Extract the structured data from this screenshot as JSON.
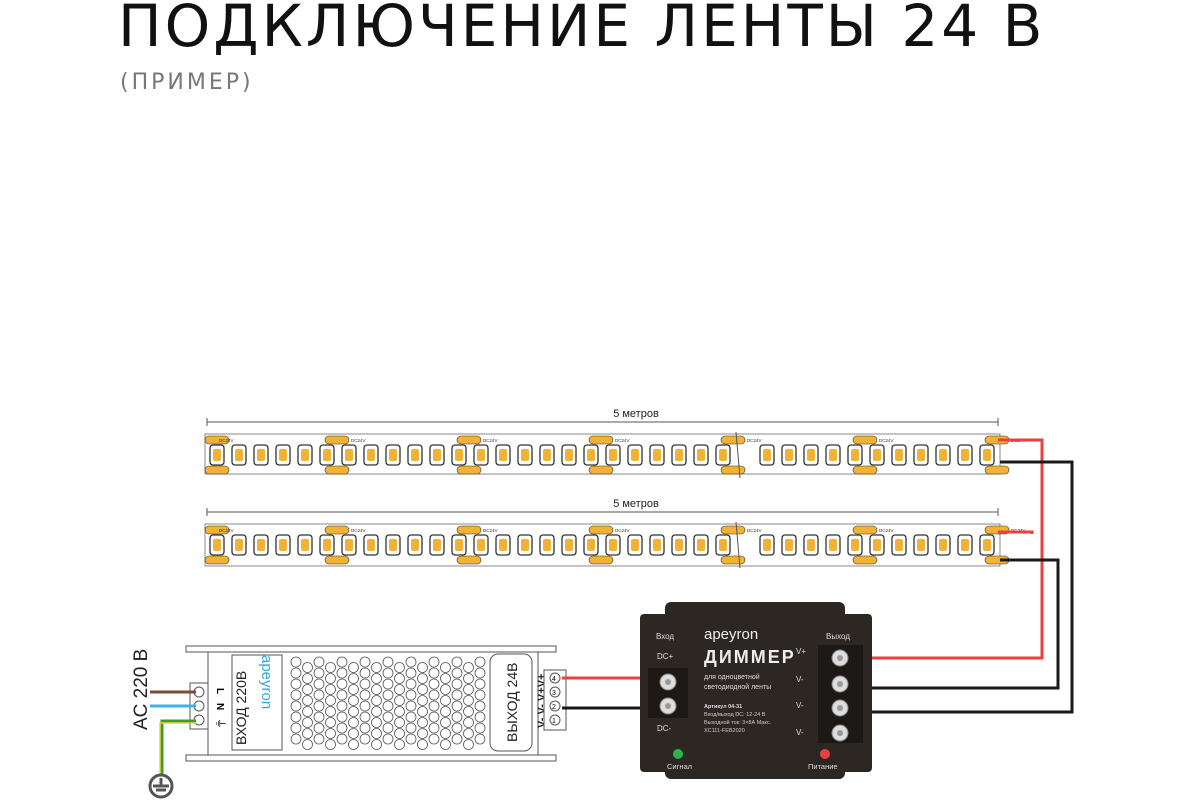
{
  "header": {
    "title": "ПОДКЛЮЧЕНИЕ ЛЕНТЫ 24 В",
    "subtitle": "(ПРИМЕР)"
  },
  "strips": [
    {
      "length_label": "5 метров",
      "marking": "DC24V"
    },
    {
      "length_label": "5 метров",
      "marking": "DC24V"
    }
  ],
  "power_supply": {
    "ac_label": "AC 220 B",
    "input_label": "ВХОД 220В",
    "output_label": "ВЫХОД 24В",
    "brand": "apeyron",
    "input_terminals": [
      "L",
      "N",
      "⏚"
    ],
    "output_terminals": [
      "V-",
      "V-",
      "V+",
      "V+"
    ],
    "terminal_numbers": [
      "1",
      "2",
      "3",
      "4"
    ]
  },
  "dimmer": {
    "brand": "apeyron",
    "title": "ДИММЕР",
    "desc1": "для одноцветной",
    "desc2": "светодиодной ленты",
    "spec1": "Артикул 04-31",
    "spec2": "Вход/выход DC: 12-24 В",
    "spec3": "Выходной ток: 3×8А Макс.",
    "spec4": "XC111-FEB2020",
    "input_label": "Вход",
    "output_label": "Выход",
    "dc_plus": "DC+",
    "dc_minus": "DC-",
    "out_terms": [
      "V+",
      "V-",
      "V-",
      "V-"
    ],
    "signal_label": "Сигнал",
    "power_label": "Питание"
  },
  "colors": {
    "red": "#e8413f",
    "black": "#1a1a1a",
    "brown": "#7a4a3a",
    "blue": "#3db4e6",
    "led": "#f2b233",
    "dimmer": "#2d2724"
  }
}
